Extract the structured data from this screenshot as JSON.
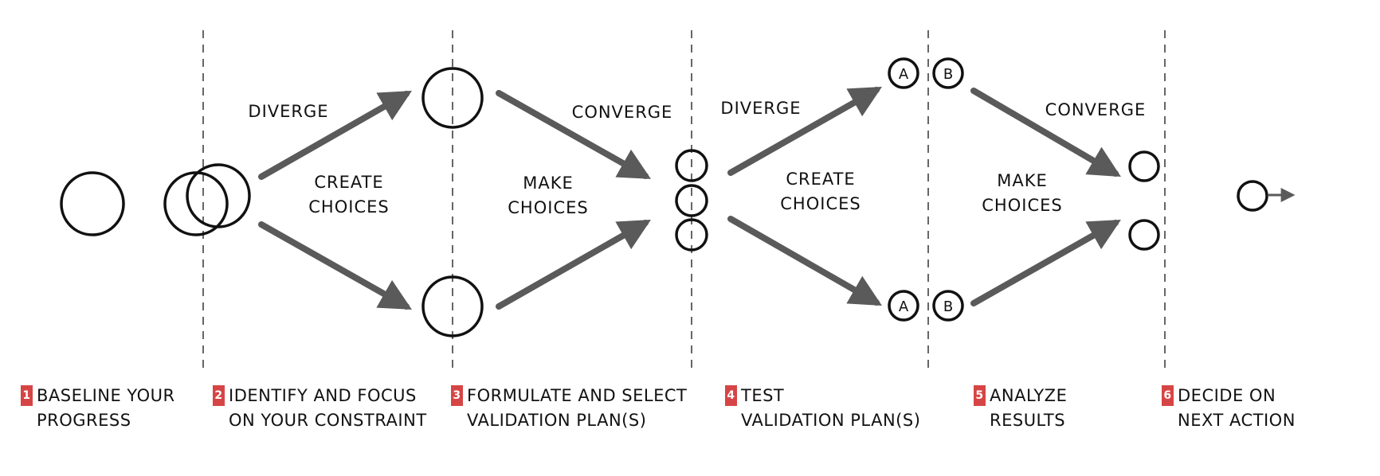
{
  "phase_labels": {
    "diverge_1": "DIVERGE",
    "converge_1": "CONVERGE",
    "diverge_2": "DIVERGE",
    "converge_2": "CONVERGE",
    "create_1": [
      "CREATE",
      "CHOICES"
    ],
    "make_1": [
      "MAKE",
      "CHOICES"
    ],
    "create_2": [
      "CREATE",
      "CHOICES"
    ],
    "make_2": [
      "MAKE",
      "CHOICES"
    ]
  },
  "option_letters": {
    "a": "A",
    "b": "B"
  },
  "steps": [
    {
      "number": "1",
      "line1": "BASELINE YOUR",
      "line2": "PROGRESS"
    },
    {
      "number": "2",
      "line1": "IDENTIFY AND FOCUS",
      "line2": "ON YOUR CONSTRAINT"
    },
    {
      "number": "3",
      "line1": "FORMULATE AND SELECT",
      "line2": "VALIDATION PLAN(S)"
    },
    {
      "number": "4",
      "line1": "TEST",
      "line2": "VALIDATION PLAN(S)"
    },
    {
      "number": "5",
      "line1": "ANALYZE",
      "line2": "RESULTS"
    },
    {
      "number": "6",
      "line1": "DECIDE ON",
      "line2": "NEXT ACTION"
    }
  ],
  "colors": {
    "arrow": "#5a5a5a",
    "badge": "#d64545",
    "stroke": "#111111",
    "divider": "#333333"
  }
}
